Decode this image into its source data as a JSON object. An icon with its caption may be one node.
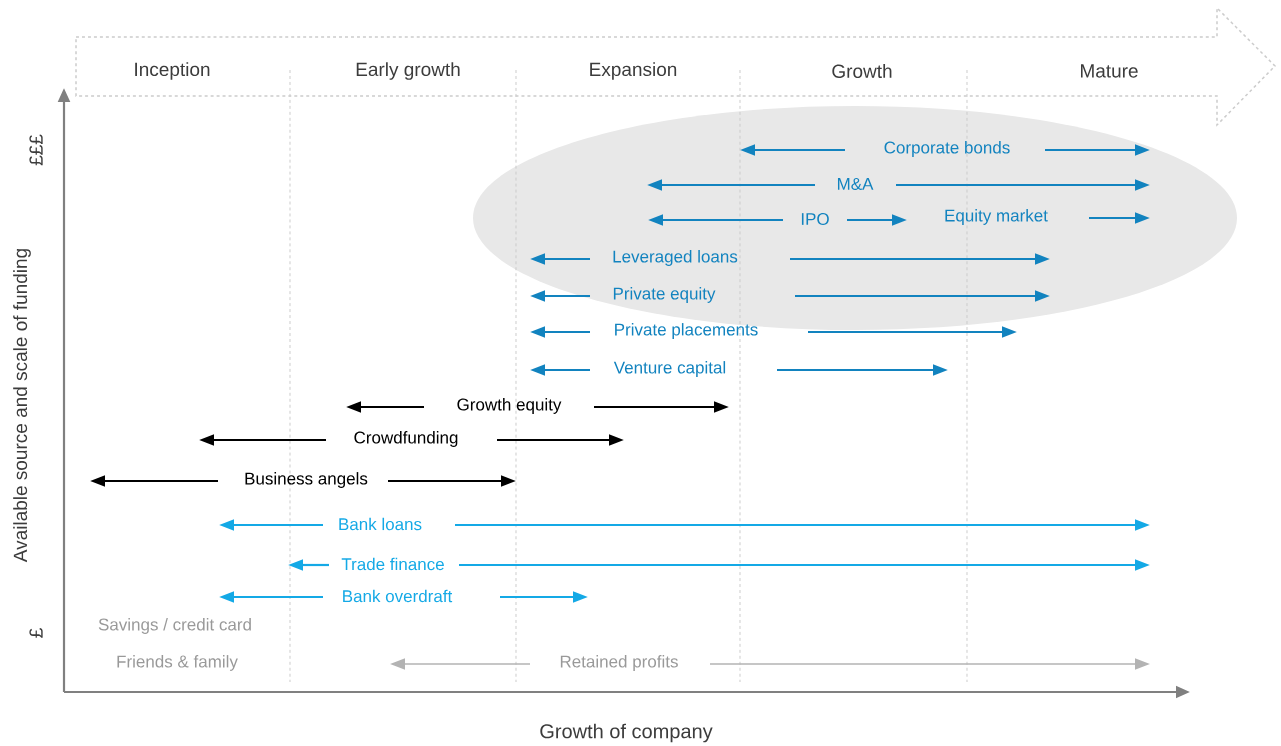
{
  "diagram": {
    "nodes": [
      {
        "text": [
          "Inception",
          "Early growth",
          "Expansion",
          "Growth",
          "Mature"
        ]
      }
    ],
    "labels": [
      "£££",
      "Available source and scale of funding",
      "£",
      "Corporate bonds",
      "M&A",
      "IPO",
      "Equity market",
      "Leveraged loans",
      "Private equity",
      "Private placements",
      "Venture capital",
      "Growth equity",
      "Crowdfunding",
      "Business angels",
      "Bank loans",
      "Trade finance",
      "Bank overdraft",
      "Savings / credit card",
      "Friends & family",
      "Retained profits",
      "Growth of company"
    ]
  }
}
